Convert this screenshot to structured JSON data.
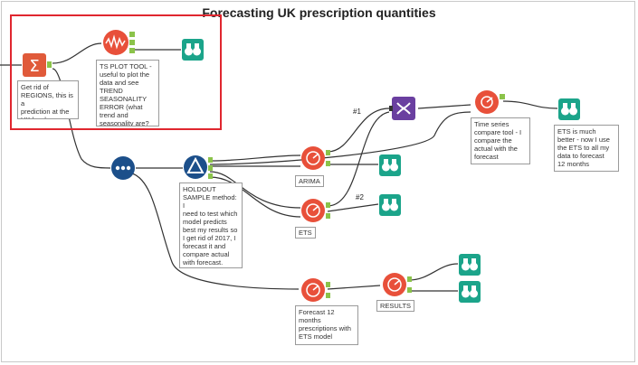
{
  "title": "Forecasting UK prescription quantities",
  "annotations": {
    "summarize": "Get rid of\nREGIONS, this is a\nprediction at the\nUK level",
    "ts_plot": "TS PLOT TOOL -\nuseful to plot the\ndata and see\nTREND\nSEASONALITY\nERROR (what\ntrend and\nseasonality are?\nexplain)",
    "holdout": "HOLDOUT\nSAMPLE method: I\nneed to test which\nmodel predicts\nbest my results so\nI get rid of 2017, I\nforecast it and\ncompare actual\nwith forecast.",
    "ts_compare": "Time series\ncompare tool - I\ncompare the\nactual with the\nforecast",
    "ets_better": "ETS is much\nbetter - now I use\nthe ETS to all my\ndata to forecast\n12 months",
    "forecast12": "Forecast 12\nmonths\nprescriptions with\nETS model"
  },
  "labels": {
    "arima": "ARIMA",
    "ets": "ETS",
    "results": "RESULTS",
    "path1": "#1",
    "path2": "#2"
  },
  "colors": {
    "summarize": "#e05a3a",
    "ts_plot": "#e8503a",
    "browse": "#1ba48a",
    "filter": "#1c4f8a",
    "sample": "#1c4f8a",
    "union": "#6a3fa0",
    "highlight": "#e0262f",
    "connector": "#333333"
  },
  "icons": {
    "summarize": "sigma-icon",
    "ts_plot": "ts-plot-icon",
    "browse": "binoculars-icon",
    "filter": "filter-icon",
    "sample": "delta-icon",
    "model": "ets-model-icon",
    "union": "union-icon"
  }
}
